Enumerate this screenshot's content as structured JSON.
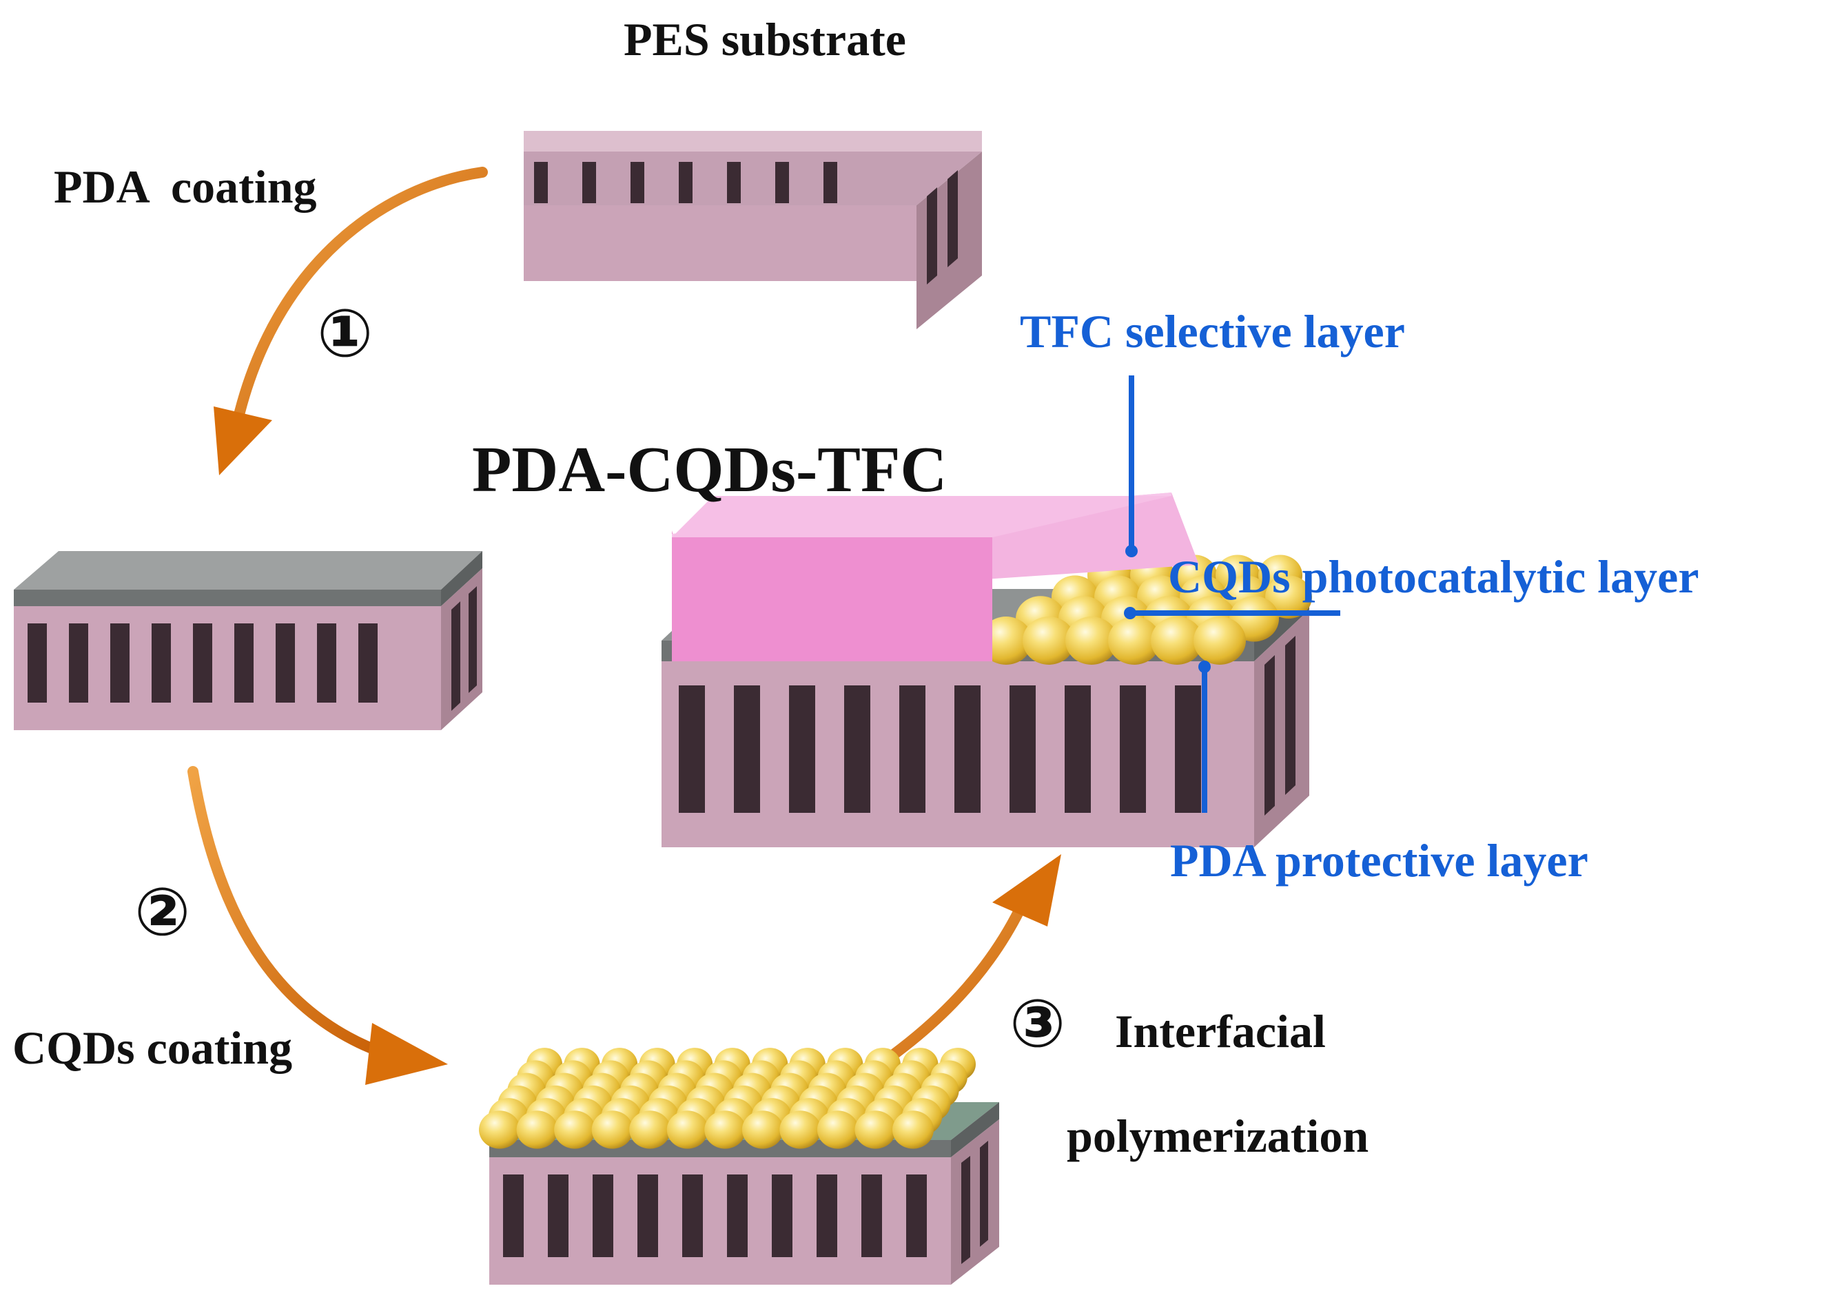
{
  "labels": {
    "pes_substrate": "PES substrate",
    "pda_coating": "PDA  coating",
    "cqds_coating": "CQDs coating",
    "interfacial_line1": "Interfacial",
    "interfacial_line2": "polymerization",
    "product_title": "PDA-CQDs-TFC",
    "tfc_layer": "TFC selective layer",
    "cqds_layer": "CQDs photocatalytic layer",
    "pda_layer": "PDA protective layer"
  },
  "steps": {
    "step1": "①",
    "step2": "②",
    "step3": "③"
  },
  "colors": {
    "substrate": "#cba4b8",
    "pda": "#8f9393",
    "cqds": "#f5d560",
    "tfc": "#e98fcb",
    "arrow": "#d96f0a",
    "callout": "#1560d6"
  }
}
